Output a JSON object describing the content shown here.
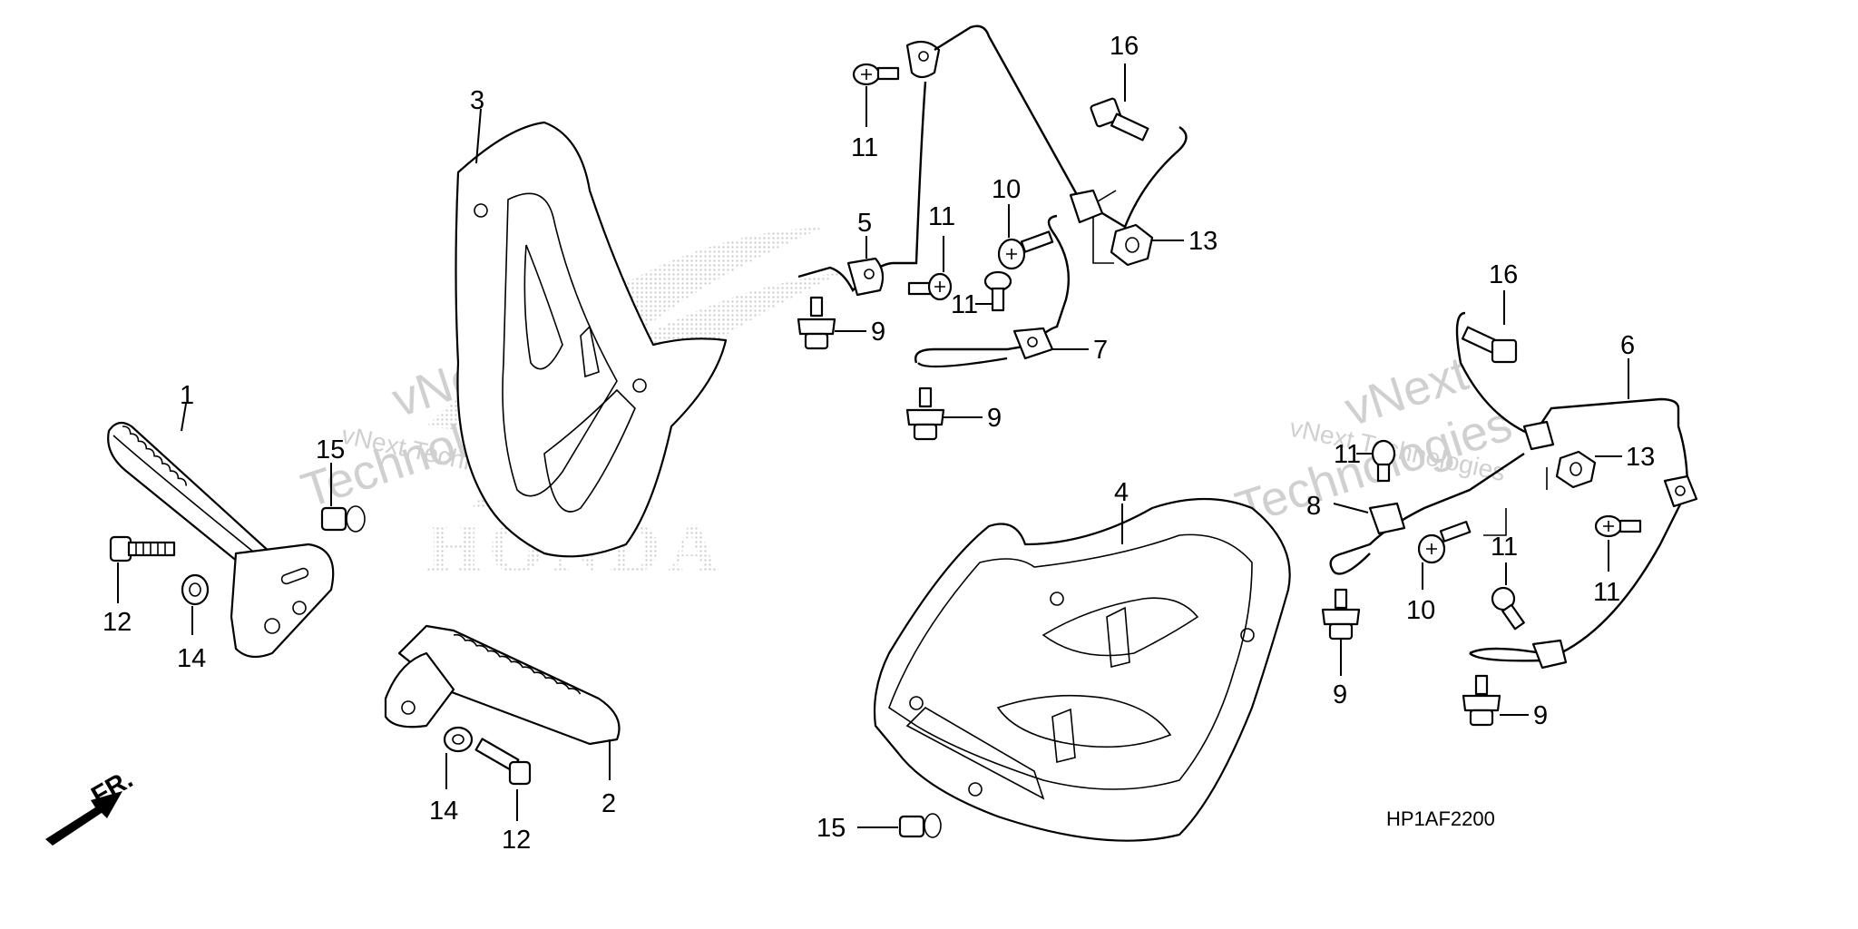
{
  "callouts": {
    "c1": "1",
    "c2": "2",
    "c3": "3",
    "c4": "4",
    "c5": "5",
    "c6": "6",
    "c7": "7",
    "c8": "8",
    "c9a": "9",
    "c9b": "9",
    "c9c": "9",
    "c9d": "9",
    "c10a": "10",
    "c10b": "10",
    "c11a": "11",
    "c11b": "11",
    "c11c": "11",
    "c11d": "11",
    "c11e": "11",
    "c11f": "11",
    "c12a": "12",
    "c12b": "12",
    "c13a": "13",
    "c13b": "13",
    "c14a": "14",
    "c14b": "14",
    "c15a": "15",
    "c15b": "15",
    "c16a": "16",
    "c16b": "16"
  },
  "diagram_code": "HP1AF2200",
  "front_indicator": "FR.",
  "watermark": {
    "brand": "HONDA",
    "line1": "vNext",
    "line2": "Technologies",
    "inline": "vNext Technologies"
  },
  "colors": {
    "ink": "#000000",
    "watermark": "#d0d0d0",
    "background": "#ffffff"
  }
}
